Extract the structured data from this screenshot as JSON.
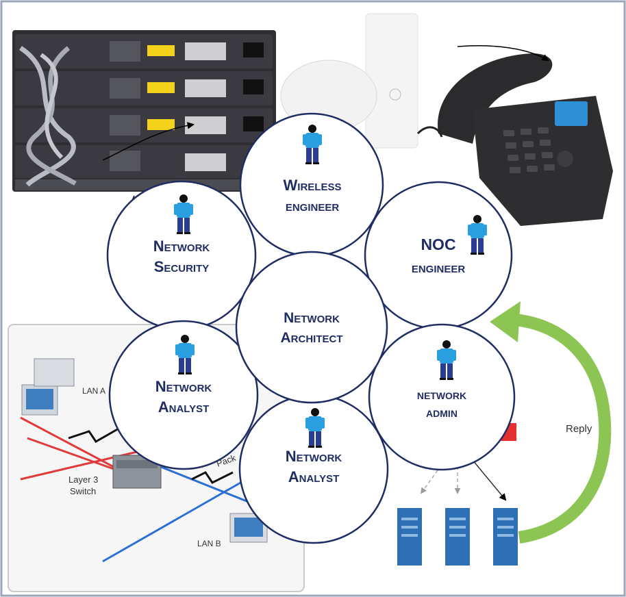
{
  "roles": {
    "wireless": [
      "Wireless",
      "engineer"
    ],
    "noc": [
      "NOC",
      "engineer"
    ],
    "security": [
      "Network",
      "Security"
    ],
    "architect": [
      "Network",
      "Architect"
    ],
    "analyst_left": [
      "Network",
      "Analyst"
    ],
    "admin": [
      "network",
      "admin"
    ],
    "analyst_bottom": [
      "Network",
      "Analyst"
    ]
  },
  "lan_diagram": {
    "lan_a": "LAN A",
    "layer3_line1": "Layer 3",
    "layer3_line2": "Switch",
    "packet": "Pack",
    "lan_b": "LAN B"
  },
  "reply_label": "Reply",
  "colors": {
    "role_text": "#1f2d63",
    "circle_stroke": "#1f2d63",
    "person_shirt": "#2a9fe0",
    "person_pants": "#2b3c94",
    "reply_arrow": "#8cc553",
    "server": "#2f6fb3",
    "lan_red": "#e23a3a",
    "lan_blue": "#2a6fd8"
  }
}
